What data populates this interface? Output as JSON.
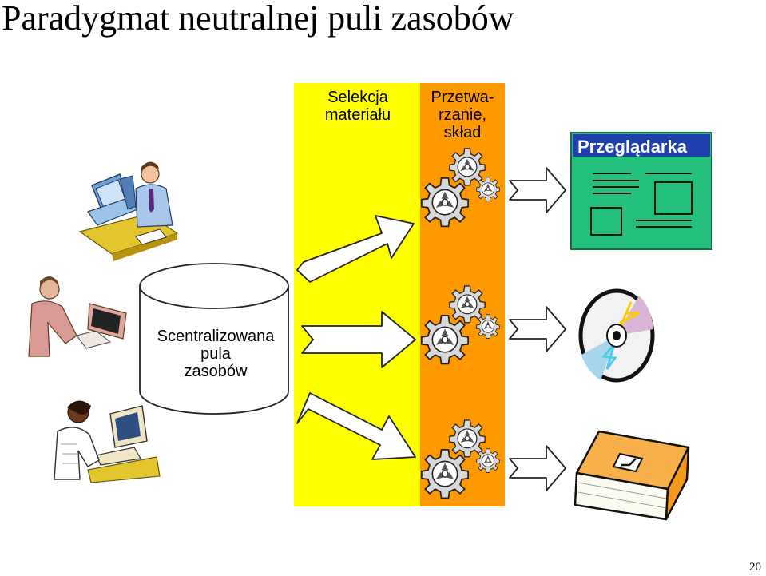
{
  "title": "Paradygmat neutralnej puli zasobów",
  "columns": {
    "selection_label": "Selekcja materiału",
    "selection_lines": [
      "Selekcja",
      "materiału"
    ],
    "processing_lines": [
      "Przetwa-",
      "rzanie,",
      "skład"
    ]
  },
  "resource_pool": {
    "lines": [
      "Scentralizowana",
      "pula",
      "zasobów"
    ]
  },
  "outputs": {
    "browser_title": "Przeglądarka"
  },
  "colors": {
    "selection_band": "#ffff00",
    "processing_band": "#ff9900",
    "browser_panel": "#22c07a",
    "browser_title_bar": "#1f3fae",
    "book_cover": "#f39a1e"
  },
  "icons": [
    "person-at-computer-icon",
    "person-typing-icon",
    "woman-at-computer-icon",
    "gears-icon",
    "arrow-icon",
    "browser-window-icon",
    "cd-disc-icon",
    "book-icon"
  ],
  "page_number": "20"
}
